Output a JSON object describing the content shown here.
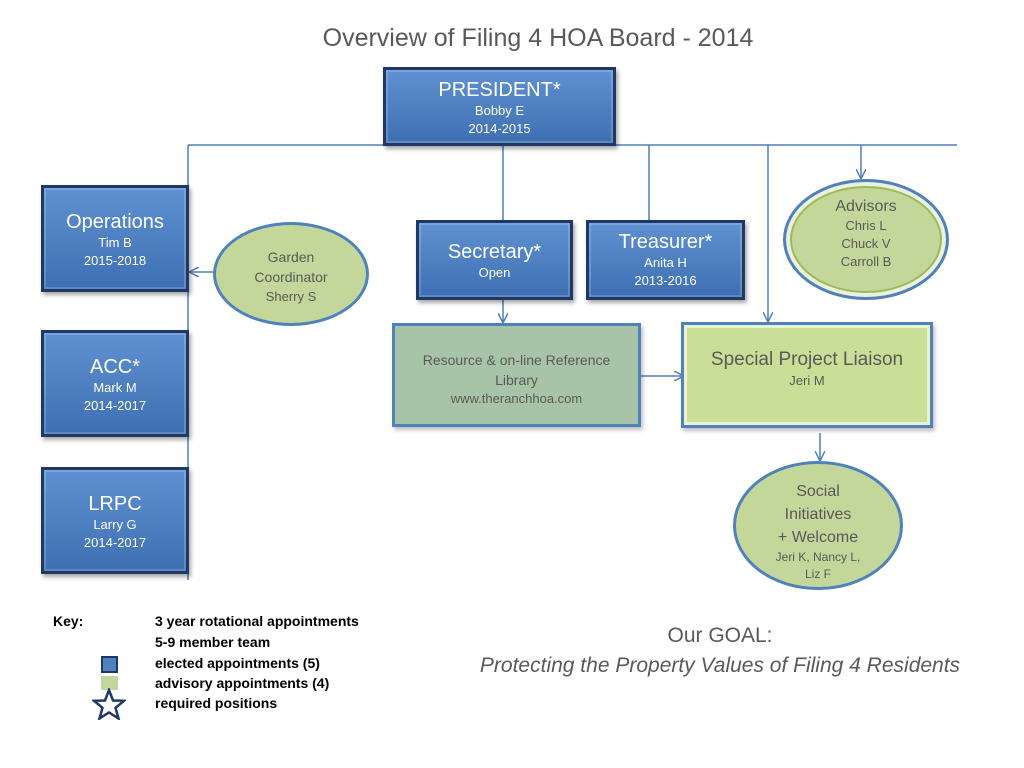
{
  "title": "Overview of Filing 4 HOA Board - 2014",
  "president": {
    "title": "PRESIDENT*",
    "name": "Bobby E",
    "term": "2014-2015"
  },
  "operations": {
    "title": "Operations",
    "name": "Tim B",
    "term": "2015-2018"
  },
  "acc": {
    "title": "ACC*",
    "name": "Mark M",
    "term": "2014-2017"
  },
  "lrpc": {
    "title": "LRPC",
    "name": "Larry G",
    "term": "2014-2017"
  },
  "garden": {
    "line1": "Garden",
    "line2": "Coordinator",
    "name": "Sherry S"
  },
  "secretary": {
    "title": "Secretary*",
    "name": "Open"
  },
  "treasurer": {
    "title": "Treasurer*",
    "name": "Anita H",
    "term": "2013-2016"
  },
  "advisors": {
    "title": "Advisors",
    "names": [
      "Chris L",
      "Chuck V",
      "Carroll B"
    ]
  },
  "library": {
    "line1": "Resource & on-line Reference",
    "line2": "Library",
    "url": "www.theranchhoa.com"
  },
  "liaison": {
    "title": "Special Project Liaison",
    "name": "Jeri M"
  },
  "social": {
    "line1": "Social",
    "line2": "Initiatives",
    "line3": "+ Welcome",
    "names1": "Jeri K, Nancy L,",
    "names2": "Liz F"
  },
  "key": {
    "label": "Key:",
    "items": [
      "3  year rotational appointments",
      "5-9 member team",
      "elected appointments (5)",
      "advisory appointments (4)",
      "required positions"
    ]
  },
  "goal": {
    "heading": "Our GOAL:",
    "text": "Protecting the Property Values of Filing 4 Residents"
  },
  "colors": {
    "elected": "#4f81bd",
    "advisory": "#c4d79b",
    "line": "#4f81bd"
  }
}
